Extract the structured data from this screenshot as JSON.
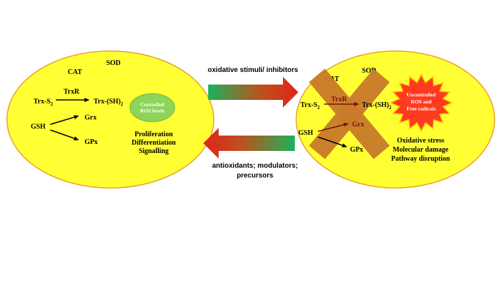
{
  "colors": {
    "cell_fill": "#FFFF33",
    "cell_stroke": "#E8A12A",
    "cross_fill": "#C87A2A",
    "burst_fill": "#FF3B1F",
    "burst_stroke": "#FFD000",
    "bubble_fill": "#8ED45A",
    "arrow_green": "#1FAF5A",
    "arrow_red": "#E2231A"
  },
  "left_cell": {
    "sod": "SOD",
    "cat": "CAT",
    "trx_s": "Trx-S",
    "trx_s_sub": "2",
    "trxr": "TrxR",
    "trx_sh": "Trx-(SH)",
    "trx_sh_sub": "2",
    "gsh": "GSH",
    "grx": "Grx",
    "gpx": "GPx",
    "bubble_line1": "Controlled",
    "bubble_line2": "ROS levels",
    "outcome_lines": [
      "Proliferation",
      "Differentiation",
      "Signalling"
    ]
  },
  "right_cell": {
    "sod": "SOD",
    "cat": "CAT",
    "trx_s": "Trx-S",
    "trx_s_sub": "2",
    "trxr": "TrxR",
    "trx_sh": "Trx-(SH)",
    "trx_sh_sub": "2",
    "gsh": "GSH",
    "grx": "Grx",
    "gpx": "GPx",
    "burst_lines": [
      "Uncontrolled",
      "ROS and",
      "Free radicals"
    ],
    "outcome_lines": [
      "Oxidative stress",
      "Molecular damage",
      "Pathway disruption"
    ]
  },
  "arrows": {
    "top_label": "oxidative stimuli/ inhibitors",
    "bottom_label_line1": "antioxidants; modulators;",
    "bottom_label_line2": "precursors"
  }
}
